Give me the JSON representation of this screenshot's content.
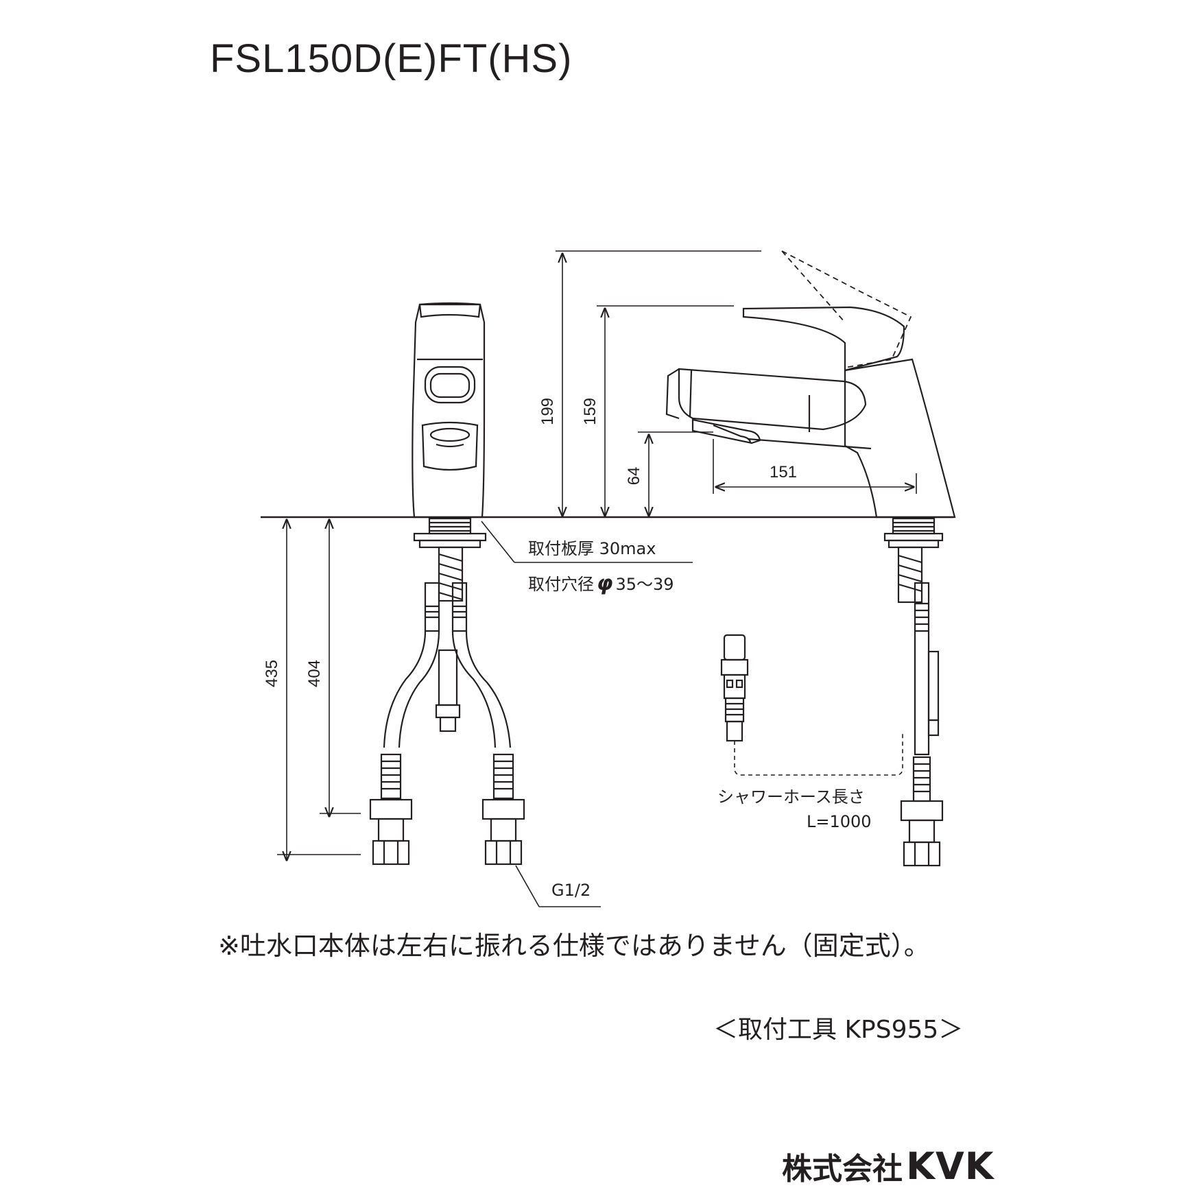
{
  "title": "FSL150D(E)FT(HS)",
  "dimensions": {
    "total_height": "199",
    "handle_height": "159",
    "spout_height": "64",
    "spout_reach": "151",
    "supply_length_total": "435",
    "supply_length_body": "404"
  },
  "notes": {
    "plate_thickness": "取付板厚 30max",
    "hole_diameter_prefix": "取付穴径",
    "hole_diameter_symbol": "φ",
    "hole_diameter_value": "35～39",
    "thread": "G1/2",
    "shower_hose_label": "シャワーホース長さ",
    "shower_hose_length": "L=1000"
  },
  "remark": "※吐水口本体は左右に振れる仕様ではありません（固定式）。",
  "tool": "＜取付工具 KPS955＞",
  "logo": {
    "company_jp": "株式会社",
    "company_en": "KVK"
  }
}
